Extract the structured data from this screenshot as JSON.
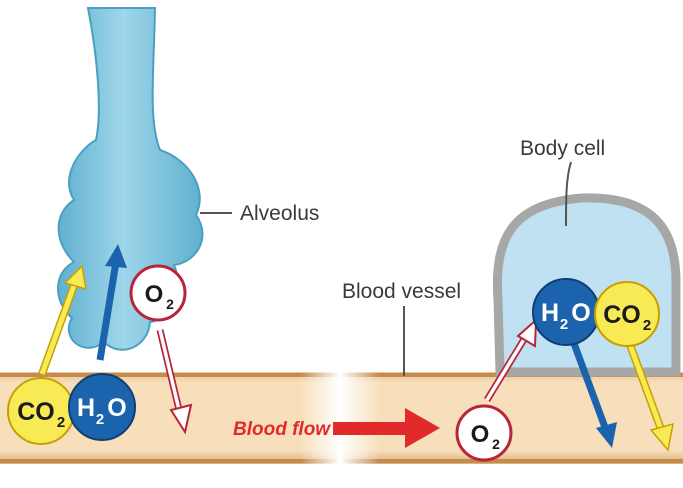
{
  "labels": {
    "alveolus": "Alveolus",
    "body_cell": "Body cell",
    "blood_vessel": "Blood vessel",
    "blood_flow": "Blood flow"
  },
  "molecules": {
    "co2": {
      "main": "CO",
      "sub": "2"
    },
    "h2o": {
      "main": "H",
      "sub": "2",
      "tail": "O"
    },
    "o2": {
      "main": "O",
      "sub": "2"
    }
  },
  "colors": {
    "vessel": "#f6dcb4",
    "vessel_edge": "#c58a4e",
    "alveolus": "#7cc3dd",
    "cell": "#bfe1f1",
    "cell_membrane": "#a7a7a7",
    "co2": "#f8ea55",
    "h2o": "#1c63ad",
    "o2": "#ffffff",
    "blood_flow": "#e12b2b"
  }
}
